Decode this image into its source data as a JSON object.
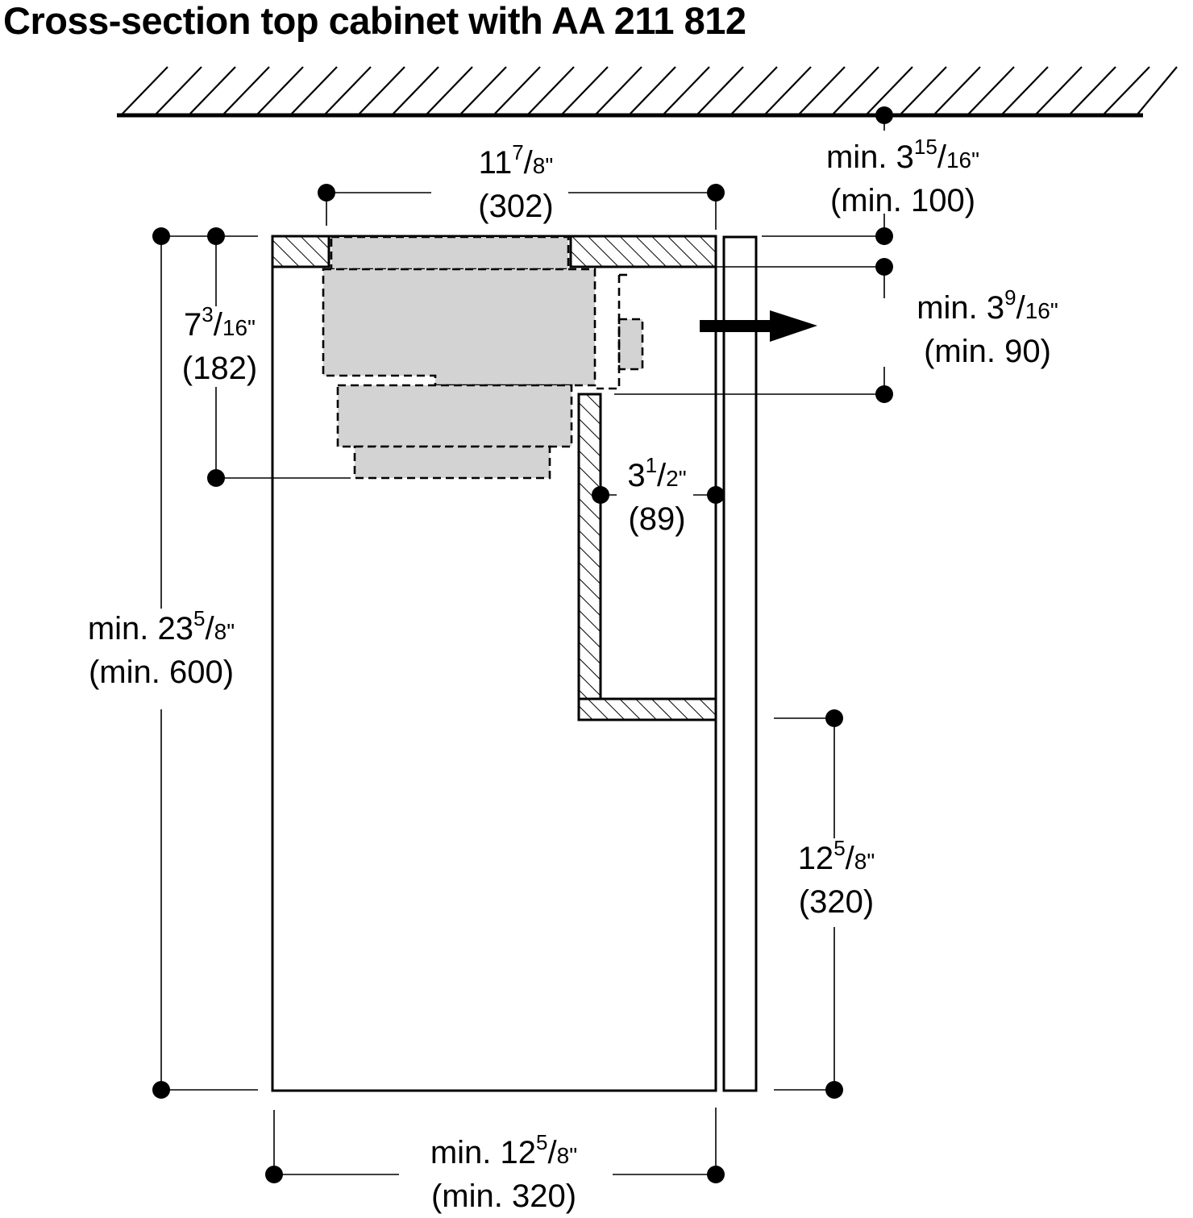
{
  "title": "Cross-section top cabinet with AA 211 812",
  "dimensions": {
    "top_width": {
      "prefix": "",
      "whole": "11",
      "num": "7",
      "den": "8\"",
      "metric": "(302)"
    },
    "ceiling_gap": {
      "prefix": "min. ",
      "whole": "3",
      "num": "15",
      "den": "16\"",
      "metric": "(min. 100)"
    },
    "outlet_gap": {
      "prefix": "min. ",
      "whole": "3",
      "num": "9",
      "den": "16\"",
      "metric": "(min. 90)"
    },
    "unit_height": {
      "prefix": "",
      "whole": "7",
      "num": "3",
      "den": "16\"",
      "metric": "(182)"
    },
    "side_gap": {
      "prefix": "",
      "whole": "3",
      "num": "1",
      "den": "2\"",
      "metric": "(89)"
    },
    "cabinet_height": {
      "prefix": "min. ",
      "whole": "23",
      "num": "5",
      "den": "8\"",
      "metric": "(min. 600)"
    },
    "door_height": {
      "prefix": "",
      "whole": "12",
      "num": "5",
      "den": "8\"",
      "metric": "(320)"
    },
    "cabinet_depth": {
      "prefix": "min. ",
      "whole": "12",
      "num": "5",
      "den": "8\"",
      "metric": "(min. 320)"
    }
  },
  "colors": {
    "line": "#000000",
    "unit_fill": "#d3d3d3",
    "background": "#ffffff"
  }
}
